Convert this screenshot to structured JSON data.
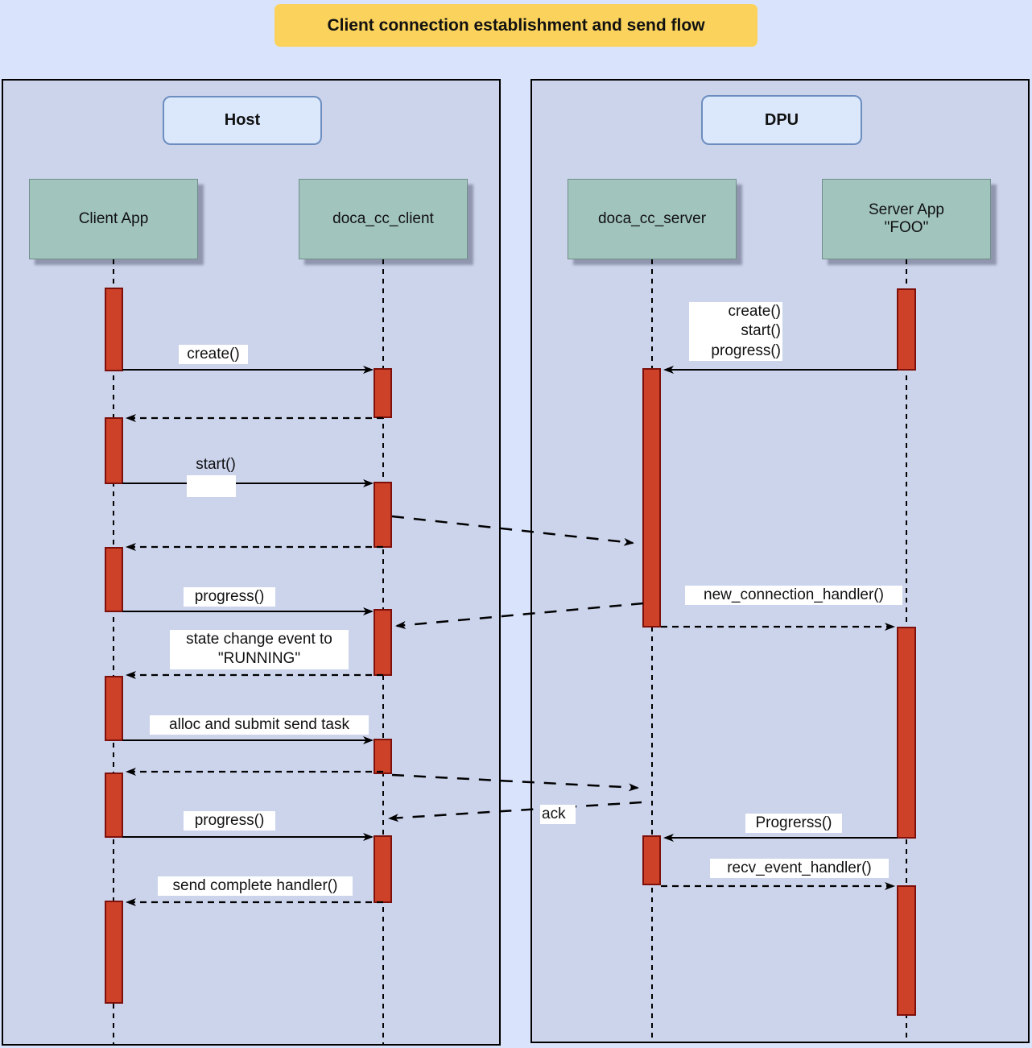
{
  "title": "Client connection establishment and send flow",
  "frames": {
    "host": "Host",
    "dpu": "DPU"
  },
  "participants": {
    "client_app": "Client App",
    "doca_cc_client": "doca_cc_client",
    "doca_cc_server": "doca_cc_server",
    "server_app": "Server App\n\"FOO\""
  },
  "messages": {
    "create": "create()",
    "start": "start()",
    "progress": "progress()",
    "state_change": "state change event to\n\"RUNNING\"",
    "alloc_submit": "alloc and submit send task",
    "progress2": "progress()",
    "send_complete": "send complete handler()",
    "server_create_start_progress": "create()\nstart()\nprogress()",
    "new_connection_handler": "new_connection_handler()",
    "ack": "ack",
    "progrerss": "Progrerss()",
    "recv_event_handler": "recv_event_handler()"
  },
  "colors": {
    "page_bg": "#d9e3fc",
    "frame_bg": "#ccd4ec",
    "title_bg": "#fbd35c",
    "frame_label_bg": "#dbe8fc",
    "frame_label_border": "#6c8ebf",
    "participant_bg": "#a1c4bd",
    "participant_border": "#6f8f89",
    "activation_fill": "#cc4128",
    "activation_border": "#7d100a",
    "line": "#000000"
  }
}
